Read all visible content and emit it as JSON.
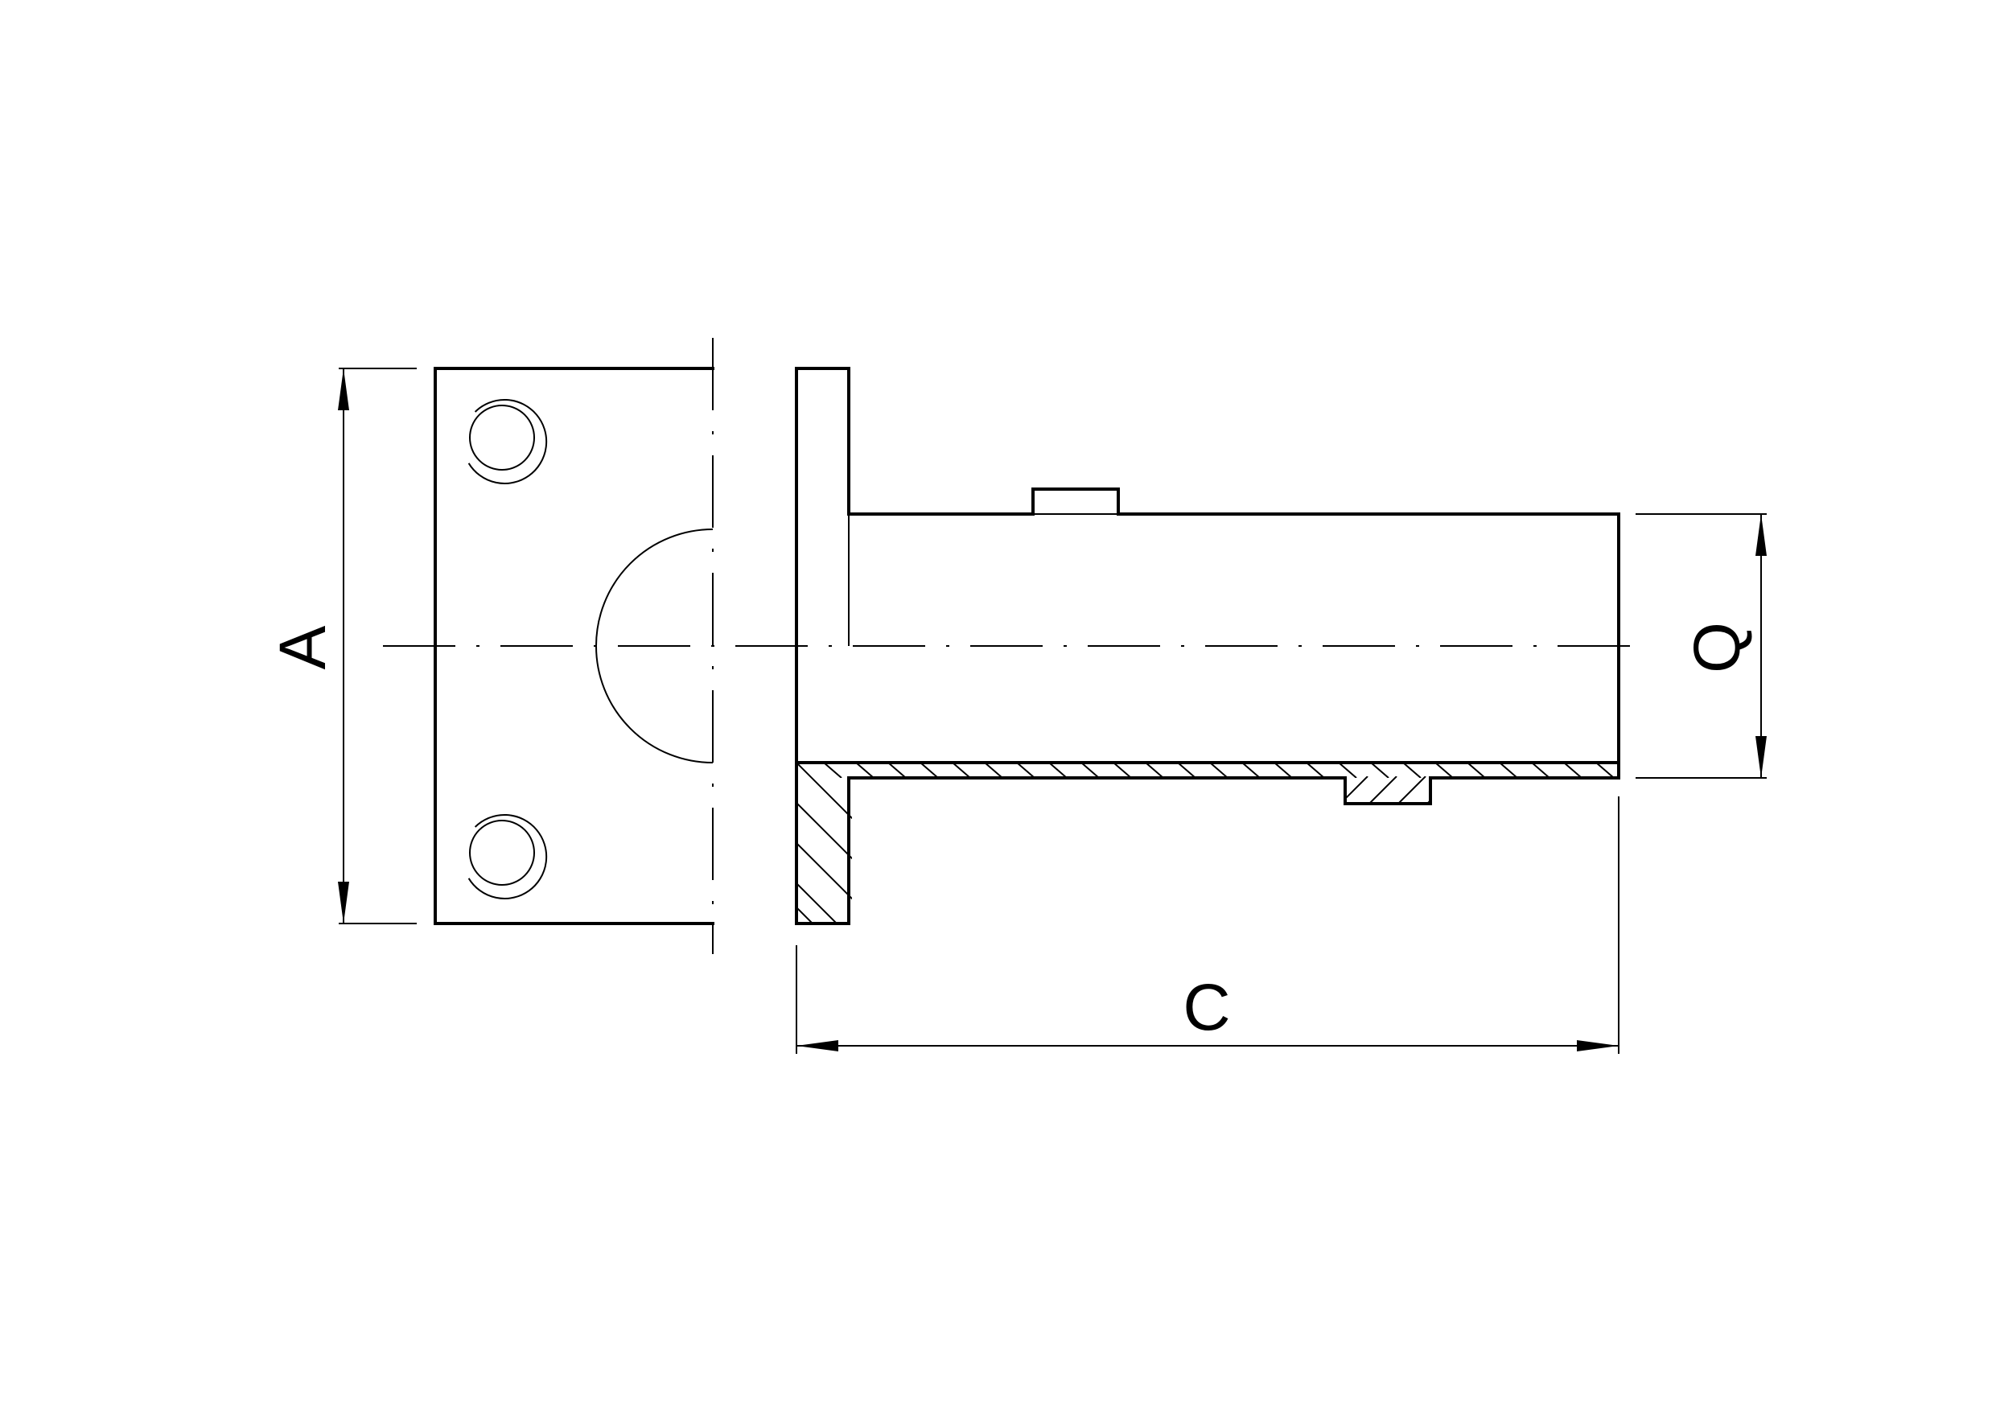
{
  "drawing": {
    "dimensions": {
      "a": "A",
      "c": "C",
      "q": "Q"
    }
  }
}
